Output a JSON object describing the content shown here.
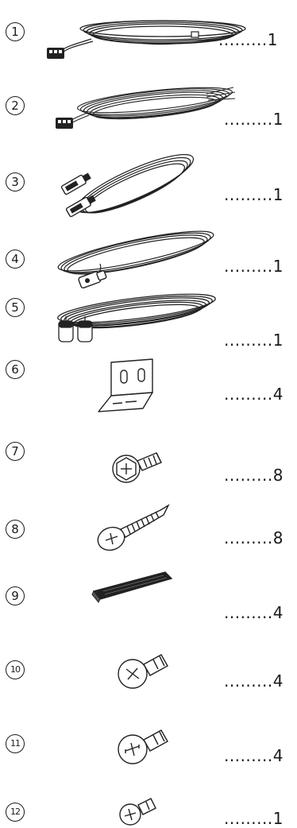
{
  "items": [
    {
      "number": "1",
      "quantity": ".........1",
      "icon": "power-cable-icon"
    },
    {
      "number": "2",
      "quantity": ".........1",
      "icon": "wiring-harness-icon"
    },
    {
      "number": "3",
      "quantity": ".........1",
      "icon": "usb-cable-icon"
    },
    {
      "number": "4",
      "quantity": ".........1",
      "icon": "microphone-cable-icon"
    },
    {
      "number": "5",
      "quantity": ".........1",
      "icon": "antenna-adapter-cable-icon"
    },
    {
      "number": "6",
      "quantity": ".........4",
      "icon": "mounting-bracket-icon"
    },
    {
      "number": "7",
      "quantity": ".........8",
      "icon": "hex-washer-screw-icon"
    },
    {
      "number": "8",
      "quantity": ".........8",
      "icon": "tapping-screw-icon"
    },
    {
      "number": "9",
      "quantity": ".........4",
      "icon": "velcro-strip-icon"
    },
    {
      "number": "10",
      "quantity": ".........4",
      "icon": "flat-head-screw-icon"
    },
    {
      "number": "11",
      "quantity": ".........4",
      "icon": "pan-head-screw-icon"
    },
    {
      "number": "12",
      "quantity": ".........1",
      "icon": "small-screw-icon"
    }
  ]
}
